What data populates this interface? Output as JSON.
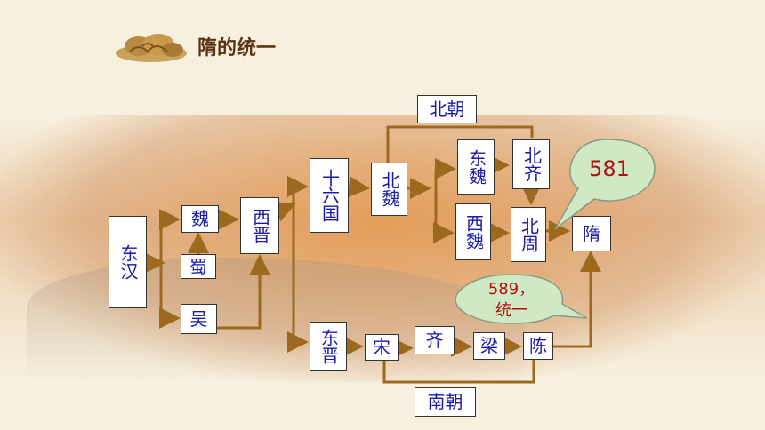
{
  "title": "隋的统一",
  "nodes": {
    "donghan": "东汉",
    "wei": "魏",
    "shu": "蜀",
    "wu": "吴",
    "xijin": "西晋",
    "shiliuguo": "十六国",
    "beiwei": "北魏",
    "dongwei": "东魏",
    "xiwei": "西魏",
    "beiqi": "北齐",
    "beizhou": "北周",
    "sui": "隋",
    "dongjin": "东晋",
    "song": "宋",
    "qi": "齐",
    "liang": "梁",
    "chen": "陈"
  },
  "group_labels": {
    "beichao": "北朝",
    "nanchao": "南朝"
  },
  "callouts": {
    "year_581": "581",
    "year_589": "589，",
    "tongyi": "统一"
  },
  "colors": {
    "arrow": "#9b6a1f",
    "node_text": "#1a1aaa",
    "callout_text": "#b01010",
    "title": "#5a3414"
  }
}
